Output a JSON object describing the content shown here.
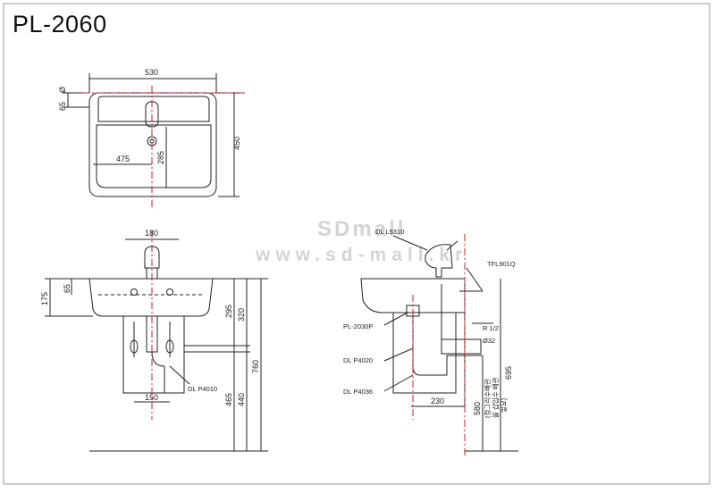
{
  "title": "PL-2060",
  "watermark": {
    "line1": "SDmall",
    "line2": "www.sd-mall.kr"
  },
  "top_view": {
    "width": "530",
    "depth": "450",
    "faucet_hole_offset": "65",
    "faucet_hole_unit": "Ø",
    "inner_width": "475",
    "drain_offset": "285"
  },
  "front_view": {
    "hole_spacing": "180",
    "overflow_height": "65",
    "basin_height": "175",
    "dim_295": "295",
    "dim_320": "320",
    "dim_465": "465",
    "dim_440": "440",
    "dim_760": "760",
    "pipe_spacing": "150",
    "trap_label": "DL P4010"
  },
  "side_view": {
    "faucet_label": "DL L5310",
    "valve_label": "TFL901Q",
    "waste_label": "PL-2030P",
    "trap_label": "DL P4020",
    "pipe_label": "DL P4036",
    "thread_label": "R 1/2",
    "pipe_dia": "Ø32",
    "dim_230": "230",
    "dim_580": "580",
    "dim_695": "695",
    "note_line1": "(정그리수배관",
    "note_line2": "을 삽입수 배관",
    "note_line3": "필요)"
  },
  "colors": {
    "line": "#222222",
    "center_line": "#cc1f1f",
    "frame": "#999999"
  }
}
